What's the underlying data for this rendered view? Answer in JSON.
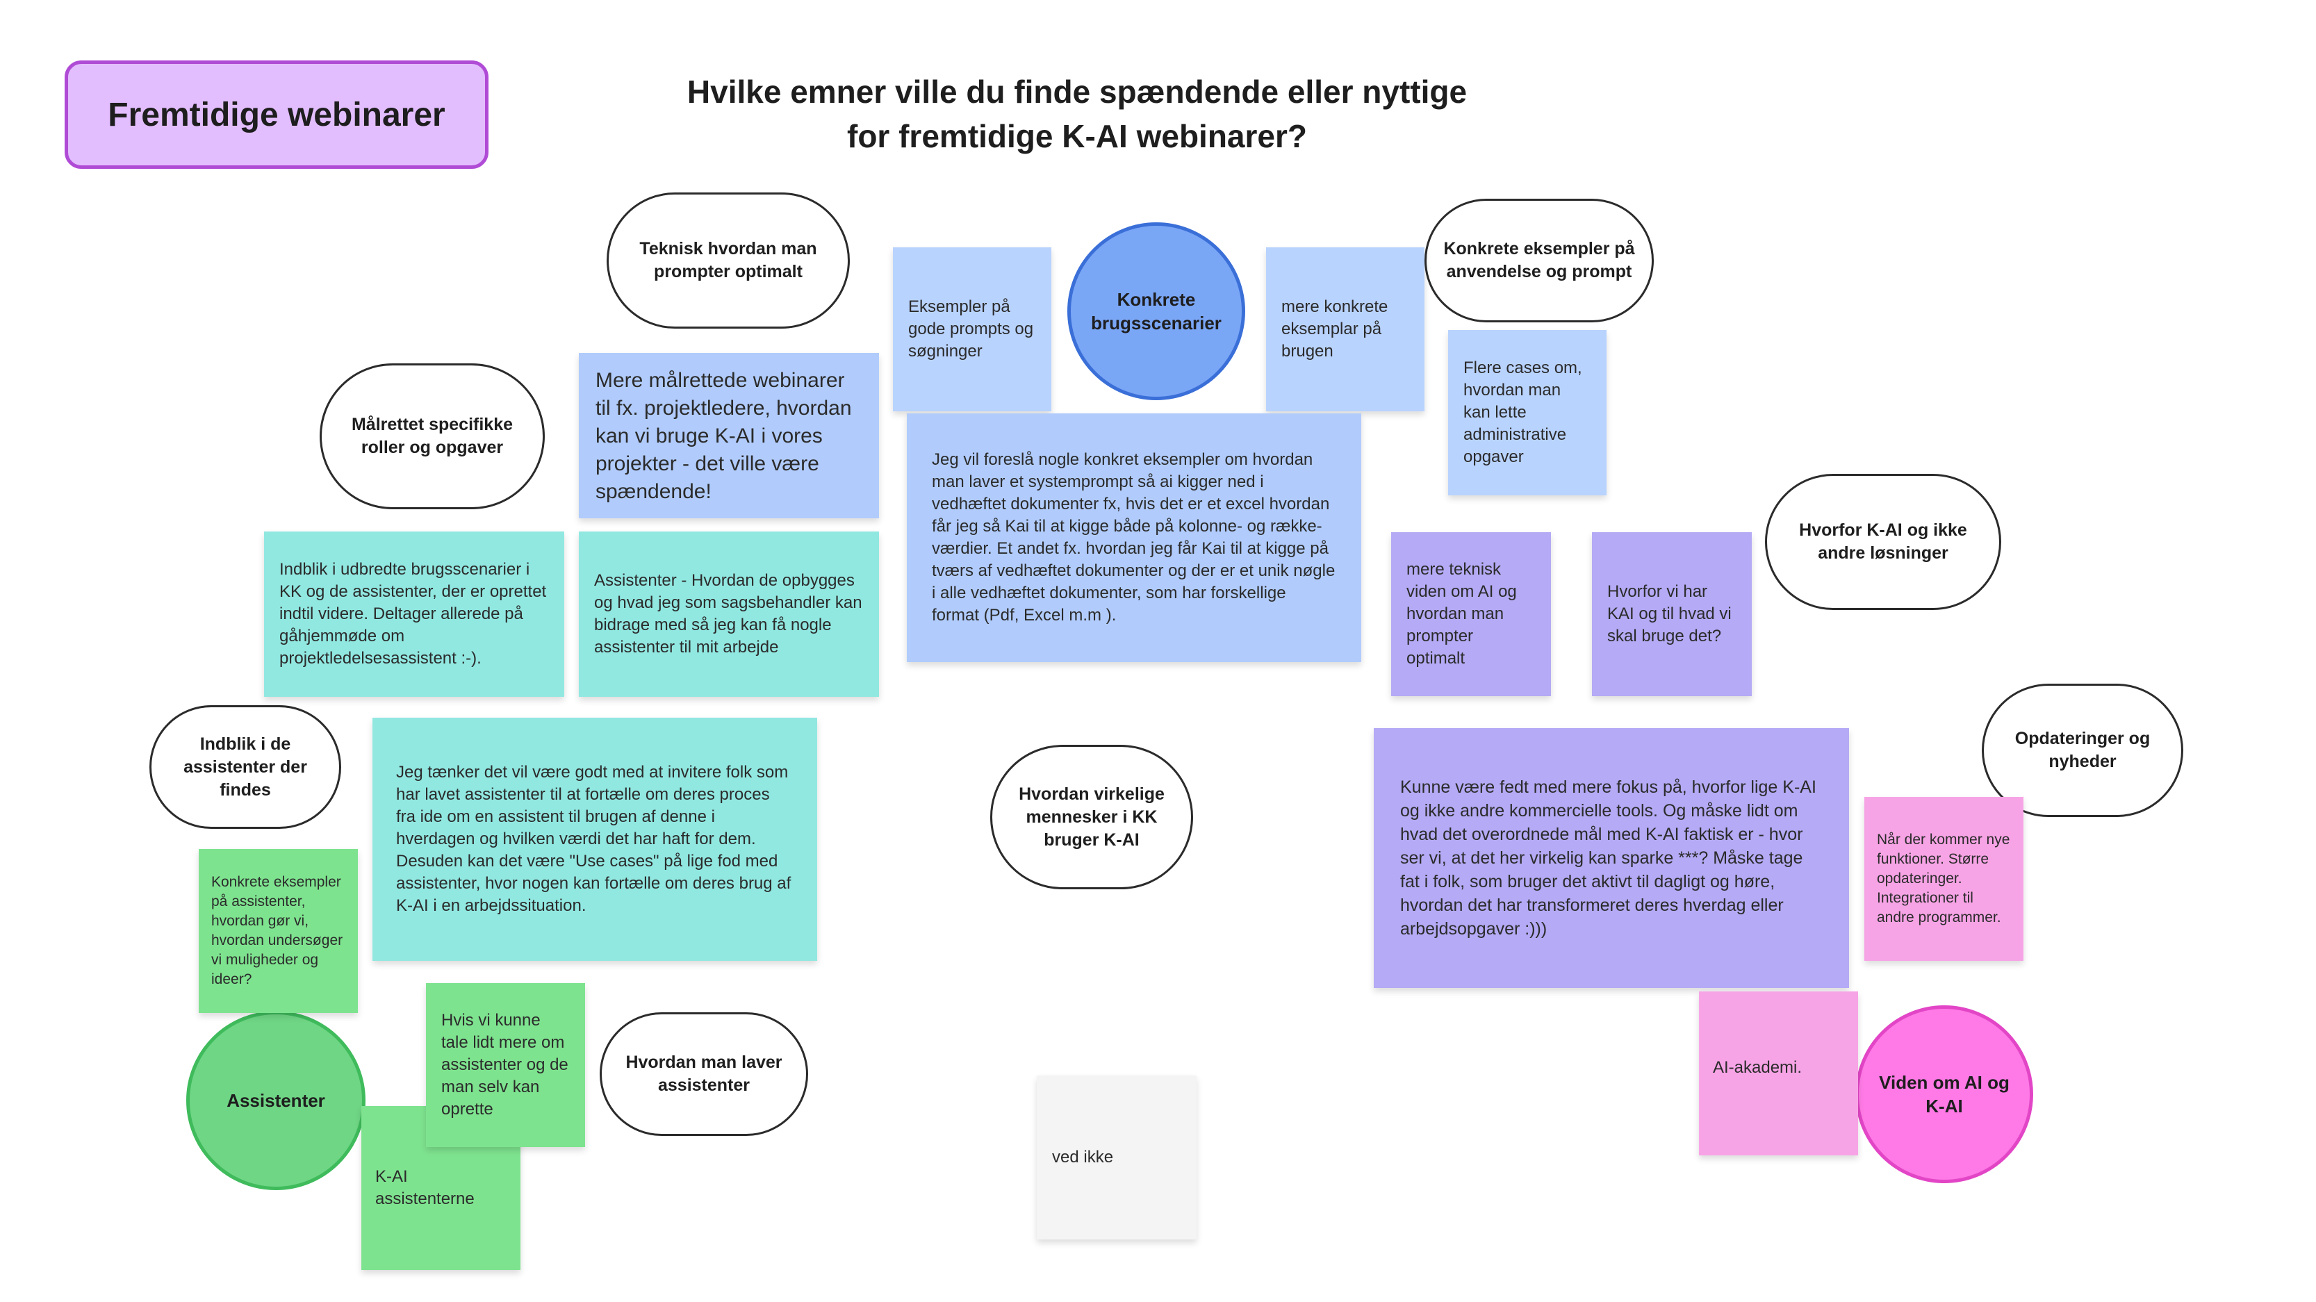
{
  "board": {
    "title": "Fremtidige webinarer",
    "question": "Hvilke emner ville du finde spændende eller nyttige\nfor fremtidige K-AI webinarer?"
  },
  "pills": {
    "teknisk": "Teknisk hvordan man prompter optimalt",
    "konkrete_eks": "Konkrete eksempler på anvendelse og prompt",
    "maalrettet": "Målrettet specifikke roller og opgaver",
    "hvorfor": "Hvorfor K-AI og ikke andre løsninger",
    "indblik": "Indblik i de assistenter der findes",
    "virkelige": "Hvordan virkelige mennesker i KK bruger K-AI",
    "opdateringer": "Opdateringer og nyheder",
    "laver": "Hvordan man laver assistenter"
  },
  "circles": {
    "konkrete": "Konkrete brugsscenarier",
    "assistenter": "Assistenter",
    "viden": "Viden om AI og K-AI"
  },
  "notes": {
    "eksempler_prompts": "Eksempler på gode prompts og søgninger",
    "mere_konkrete": "mere konkrete eksemplar på brugen",
    "flere_cases": "Flere cases om, hvordan man kan lette administrative opgaver",
    "maalrettede_webinarer": "Mere målrettede webinarer til fx. projektledere, hvordan kan vi bruge K-AI i vores projekter - det ville være spændende!",
    "systemprompt": "Jeg vil foreslå nogle konkret eksempler om hvordan man laver et systemprompt så ai kigger ned i vedhæftet dokumenter fx, hvis det er et excel hvordan får jeg så Kai til at kigge både på kolonne- og række- værdier. Et andet fx. hvordan jeg får Kai til at kigge på tværs af vedhæftet dokumenter og der er et unik nøgle i alle vedhæftet dokumenter, som har forskellige format (Pdf, Excel m.m ).",
    "mere_teknisk": "mere teknisk viden om AI og hvordan man prompter optimalt",
    "hvorfor_kai": "Hvorfor vi har KAI og til hvad vi skal bruge det?",
    "indblik_udbredte": "Indblik i udbredte brugsscenarier i KK og de assistenter, der er oprettet indtil videre. Deltager allerede på gåhjemmøde om projektledelsesassistent :-).",
    "assistenter_opbygges": "Assistenter - Hvordan de opbygges og hvad jeg som sagsbehandler kan bidrage med så jeg kan få nogle assistenter til mit arbejde",
    "invitere_folk": "Jeg tænker det vil være godt med at invitere folk som har lavet assistenter til at fortælle om deres proces fra ide om en assistent til brugen af denne i hverdagen og hvilken værdi det har haft for dem. Desuden kan det være \"Use cases\" på lige fod med assistenter, hvor nogen kan fortælle om deres brug af K-AI i en arbejdssituation.",
    "mere_fokus": "Kunne være fedt med mere fokus på, hvorfor lige K-AI og ikke andre kommercielle tools. Og måske lidt om hvad det overordnede mål med K-AI faktisk er - hvor ser vi, at det her virkelig kan sparke ***? Måske tage fat i folk, som bruger det aktivt til dagligt og høre, hvordan det har transformeret deres hverdag eller arbejdsopgaver :)))",
    "naar_nye": "Når der kommer nye funktioner. Større opdateringer. Integrationer til andre programmer.",
    "konkrete_assistenter": "Konkrete eksempler på assistenter, hvordan gør vi, hvordan undersøger vi muligheder og ideer?",
    "tale_lidt": "Hvis vi kunne tale lidt mere om assistenter og de man selv kan oprette",
    "kai_assistenterne": "K-AI assistenterne",
    "ai_akademi": "AI-akademi.",
    "ved_ikke": "ved ikke"
  },
  "colors": {
    "title_bg": "#e3beff",
    "title_border": "#b04bd6",
    "circle_blue": "#7aa6f6",
    "circle_green": "#6fd685",
    "circle_pink": "#ff7ae6"
  }
}
